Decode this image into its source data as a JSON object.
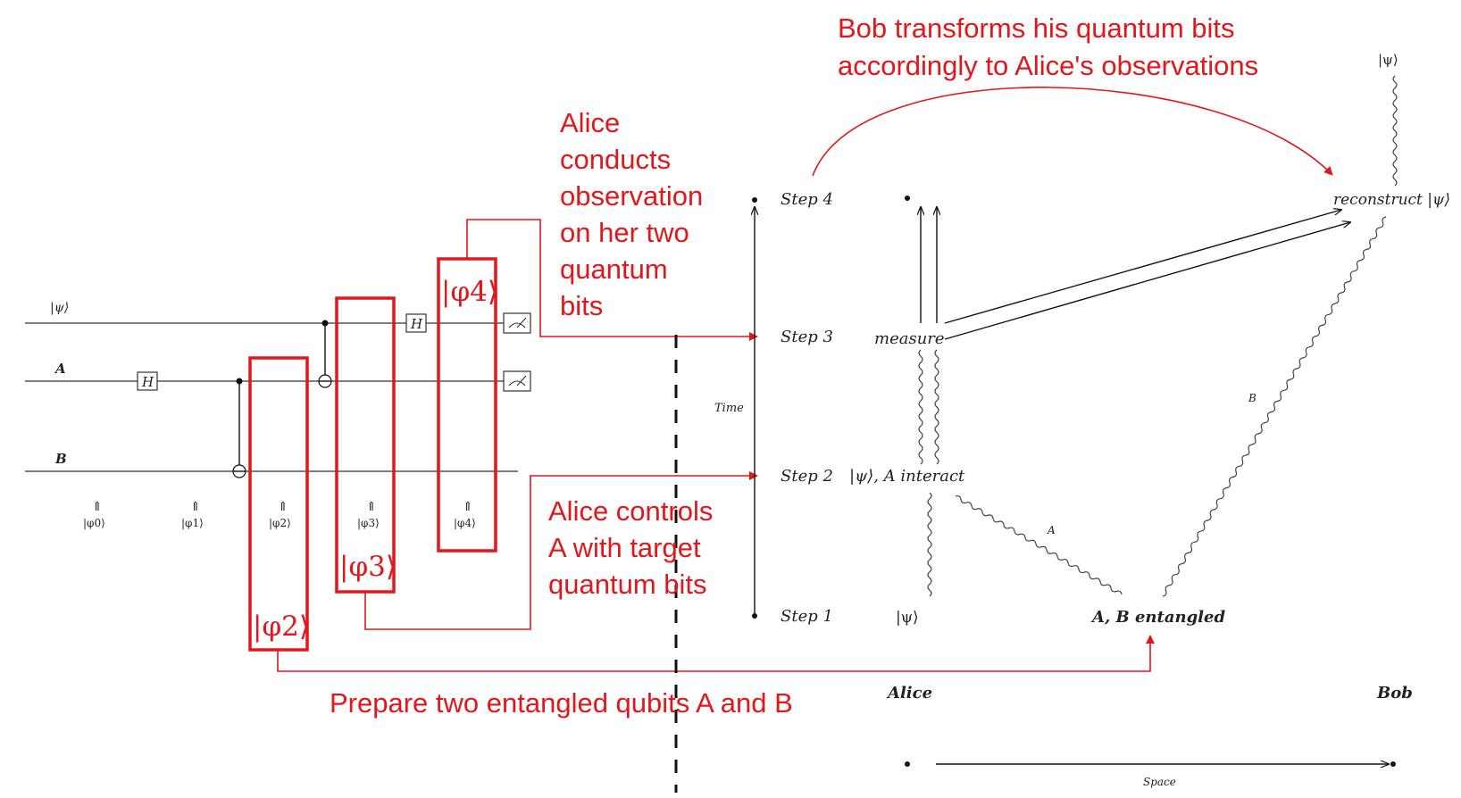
{
  "circuit": {
    "wires": [
      "|ψ⟩",
      "A",
      "B"
    ],
    "gates": {
      "hadamard": "H"
    },
    "states": [
      "|φ0⟩",
      "|φ1⟩",
      "|φ2⟩",
      "|φ3⟩",
      "|φ4⟩"
    ],
    "up_arrow": "⇑",
    "highlight_labels": [
      "|φ2⟩",
      "|φ3⟩",
      "|φ4⟩"
    ]
  },
  "spacetime": {
    "steps": [
      "Step 1",
      "Step 2",
      "Step 3",
      "Step 4"
    ],
    "time_label": "Time",
    "space_label": "Space",
    "alice_label": "Alice",
    "bob_label": "Bob",
    "events": {
      "psi_start": "|ψ⟩",
      "interact": "|ψ⟩, A interact",
      "measure": "measure",
      "entangled": "A, B entangled",
      "reconstruct": "reconstruct |ψ⟩",
      "psi_end": "|ψ⟩"
    },
    "channel_labels": {
      "a": "A",
      "b": "B"
    }
  },
  "annotations": {
    "bob_line1": "Bob transforms his quantum bits",
    "bob_line2": "accordingly to Alice's observations",
    "observe_lines": [
      "Alice",
      "conducts",
      "observation",
      "on her two",
      "quantum",
      "bits"
    ],
    "control_lines": [
      "Alice controls",
      "A with target",
      "quantum bits"
    ],
    "prepare": "Prepare two entangled qubits A and B"
  },
  "colors": {
    "annotation": "#e2161b",
    "diagram": "#222222"
  }
}
